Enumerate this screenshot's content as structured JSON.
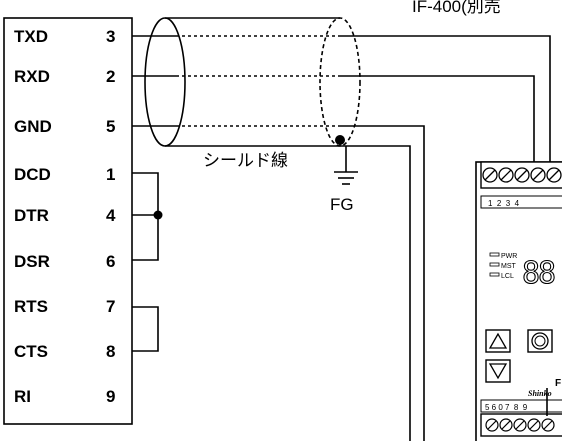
{
  "device_label": "IF-400(別売",
  "connector": {
    "pins": [
      {
        "name": "TXD",
        "num": "3"
      },
      {
        "name": "RXD",
        "num": "2"
      },
      {
        "name": "GND",
        "num": "5"
      },
      {
        "name": "DCD",
        "num": "1"
      },
      {
        "name": "DTR",
        "num": "4"
      },
      {
        "name": "DSR",
        "num": "6"
      },
      {
        "name": "RTS",
        "num": "7"
      },
      {
        "name": "CTS",
        "num": "8"
      },
      {
        "name": "RI",
        "num": "9"
      }
    ]
  },
  "shield_label": "シールド線",
  "fg_label": "FG",
  "module": {
    "top_terminal_numbers": "1  2  3  4",
    "indicators": [
      "PWR",
      "MST",
      "LCL"
    ],
    "display": "88",
    "brand_letter": "F",
    "brand_name": "Shinko",
    "bottom_terminal_numbers": "5 6 0 7  8  9"
  }
}
